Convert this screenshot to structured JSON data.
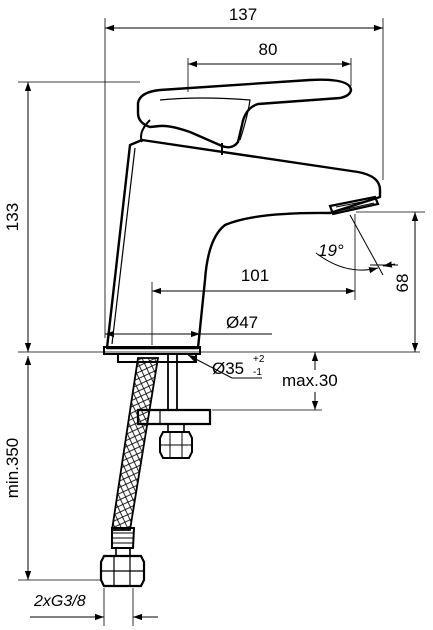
{
  "dimensions": {
    "overall_width": "137",
    "lever_length": "80",
    "height": "133",
    "spout_angle": "19°",
    "spout_height": "68",
    "spout_reach": "101",
    "base_diameter": "Ø47",
    "hole_diameter": "Ø35",
    "hole_tol_plus": "+2",
    "hole_tol_minus": "-1",
    "max_deck": "max.30",
    "hose_length": "min.350",
    "connection": "2xG3/8"
  }
}
